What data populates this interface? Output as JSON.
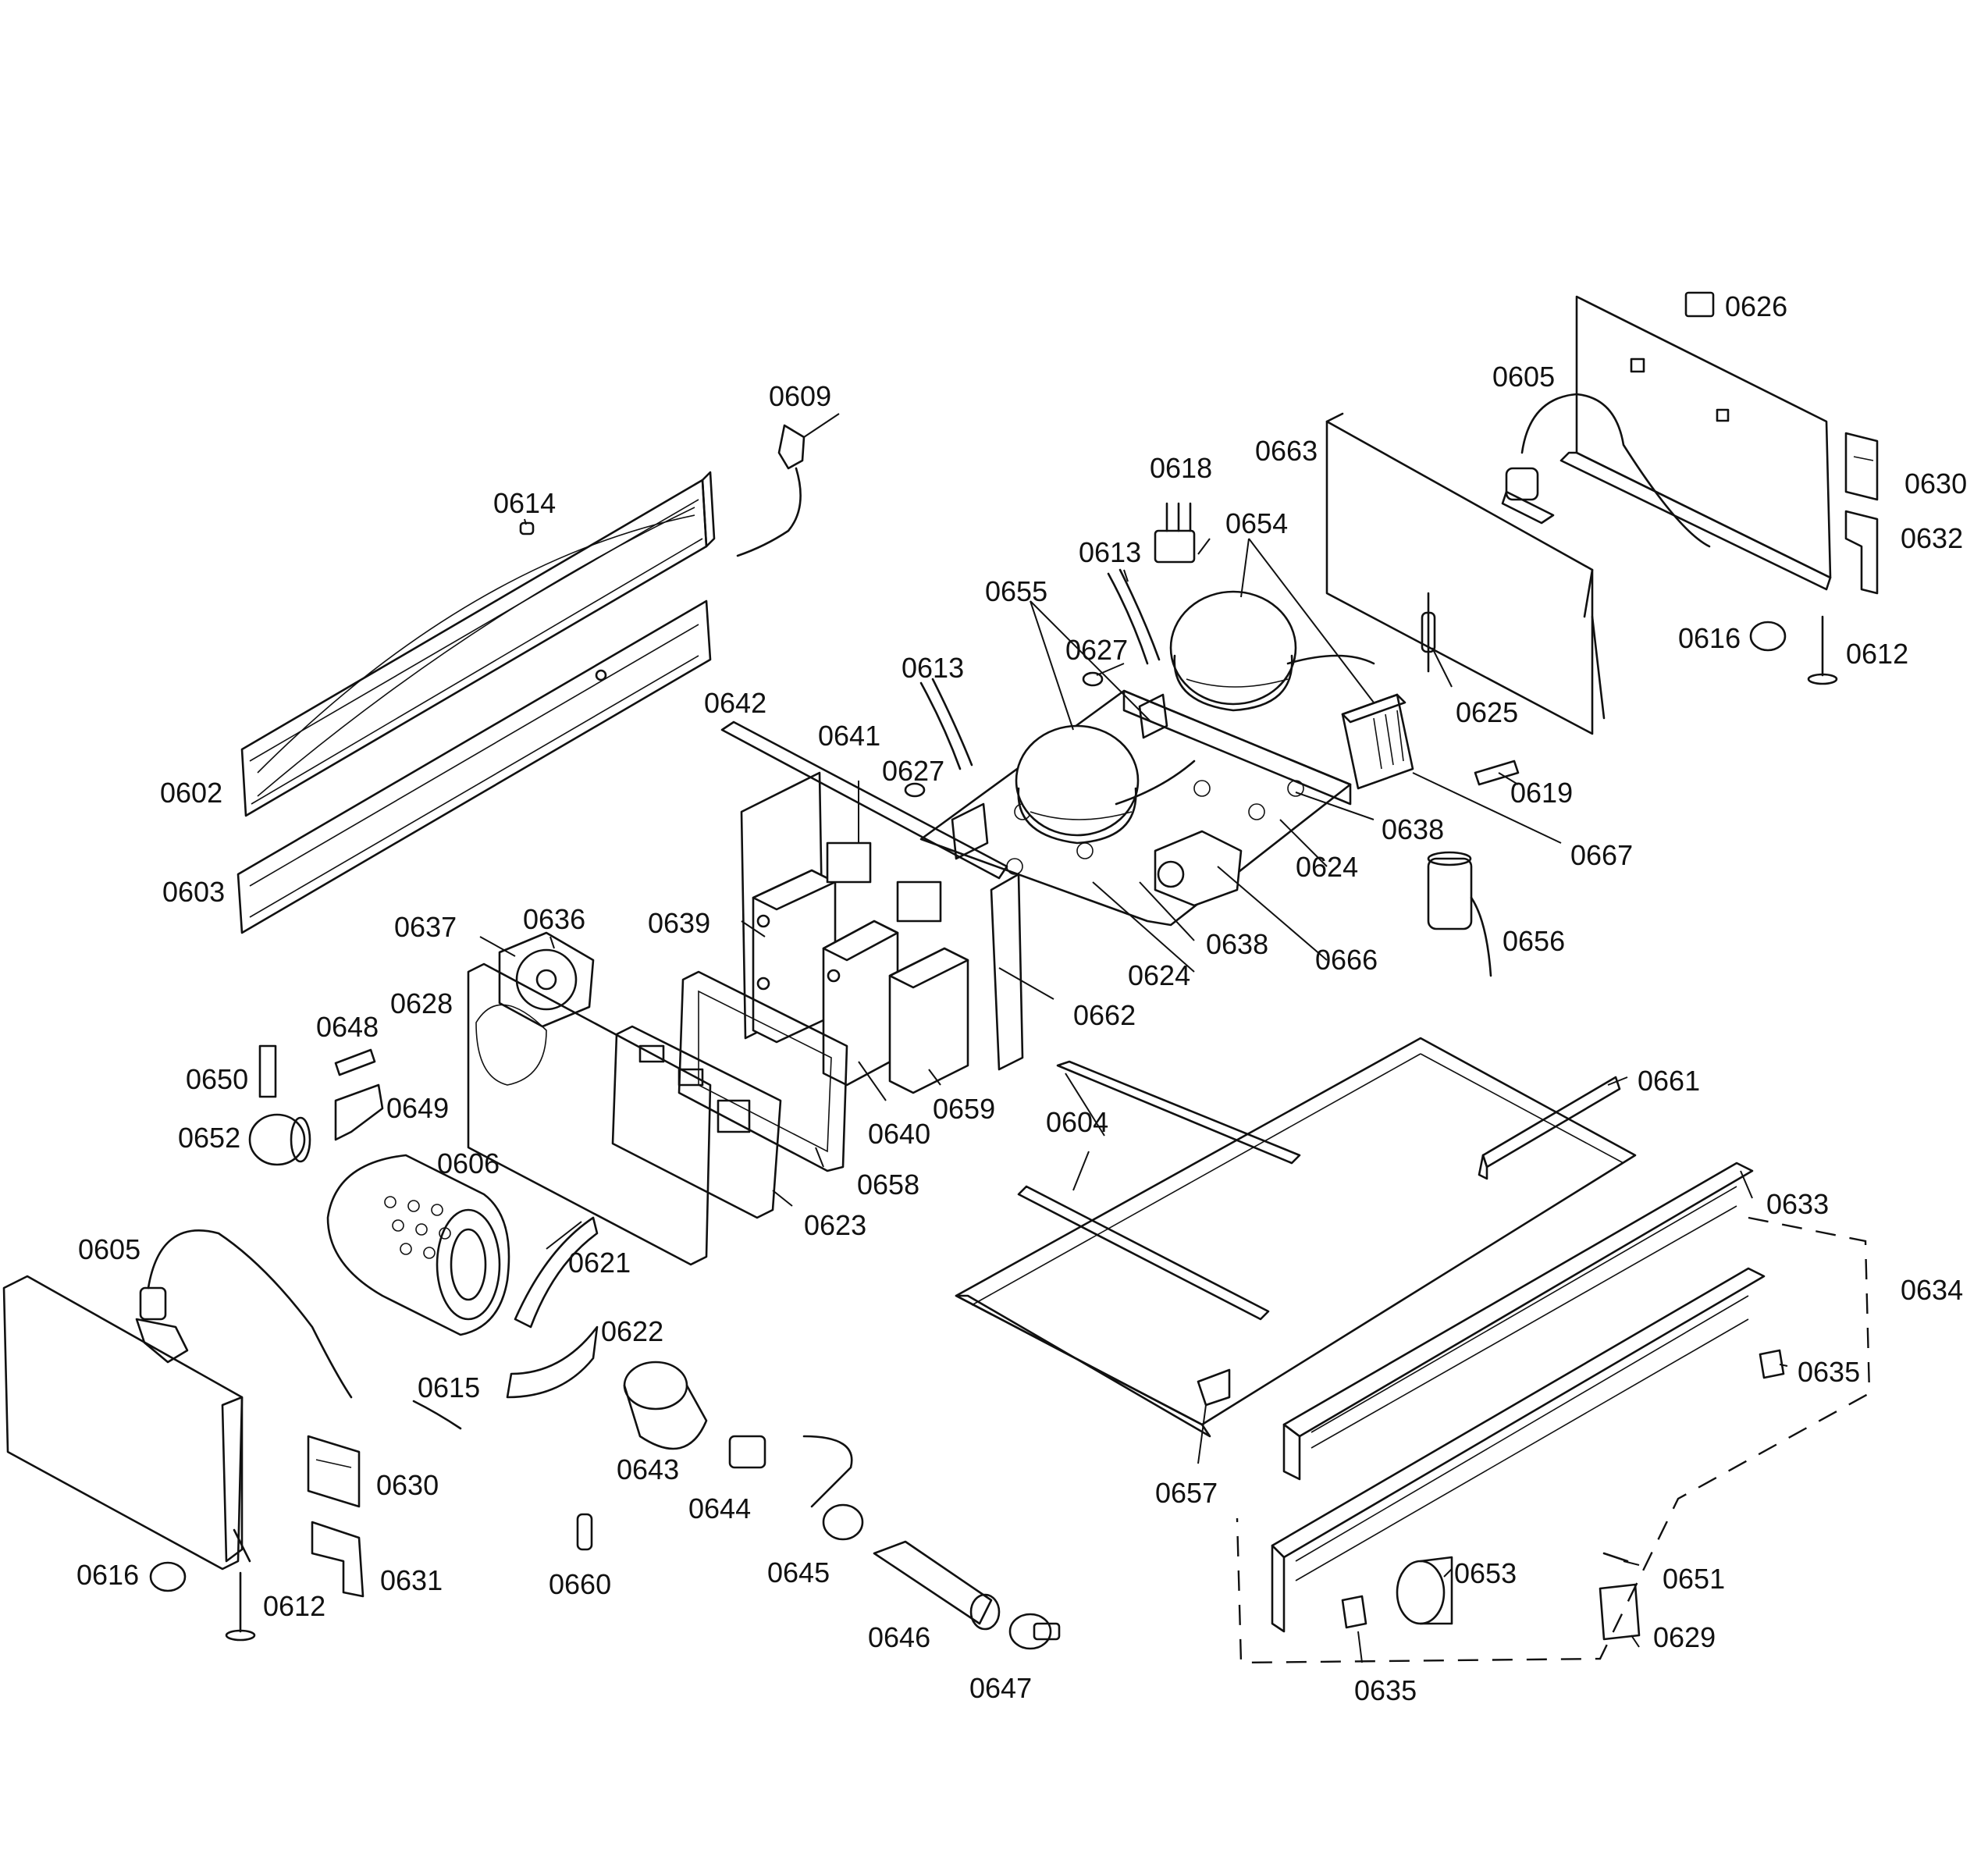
{
  "diagram": {
    "labels": {
      "p0602": "0602",
      "p0603": "0603",
      "p0604": "0604",
      "p0605a": "0605",
      "p0605b": "0605",
      "p0606": "0606",
      "p0609": "0609",
      "p0612a": "0612",
      "p0612b": "0612",
      "p0613a": "0613",
      "p0613b": "0613",
      "p0614": "0614",
      "p0615": "0615",
      "p0616a": "0616",
      "p0616b": "0616",
      "p0618": "0618",
      "p0619": "0619",
      "p0621": "0621",
      "p0622": "0622",
      "p0623": "0623",
      "p0624a": "0624",
      "p0624b": "0624",
      "p0625": "0625",
      "p0626": "0626",
      "p0627a": "0627",
      "p0627b": "0627",
      "p0628": "0628",
      "p0629": "0629",
      "p0630a": "0630",
      "p0630b": "0630",
      "p0631": "0631",
      "p0632": "0632",
      "p0633": "0633",
      "p0634": "0634",
      "p0635a": "0635",
      "p0635b": "0635",
      "p0636": "0636",
      "p0637": "0637",
      "p0638a": "0638",
      "p0638b": "0638",
      "p0639": "0639",
      "p0640": "0640",
      "p0641": "0641",
      "p0642": "0642",
      "p0643": "0643",
      "p0644": "0644",
      "p0645": "0645",
      "p0646": "0646",
      "p0647": "0647",
      "p0648": "0648",
      "p0649": "0649",
      "p0650": "0650",
      "p0651": "0651",
      "p0652": "0652",
      "p0653": "0653",
      "p0654": "0654",
      "p0655": "0655",
      "p0656": "0656",
      "p0657": "0657",
      "p0658": "0658",
      "p0659": "0659",
      "p0660": "0660",
      "p0661": "0661",
      "p0662": "0662",
      "p0663": "0663",
      "p0666": "0666",
      "p0667": "0667"
    }
  }
}
